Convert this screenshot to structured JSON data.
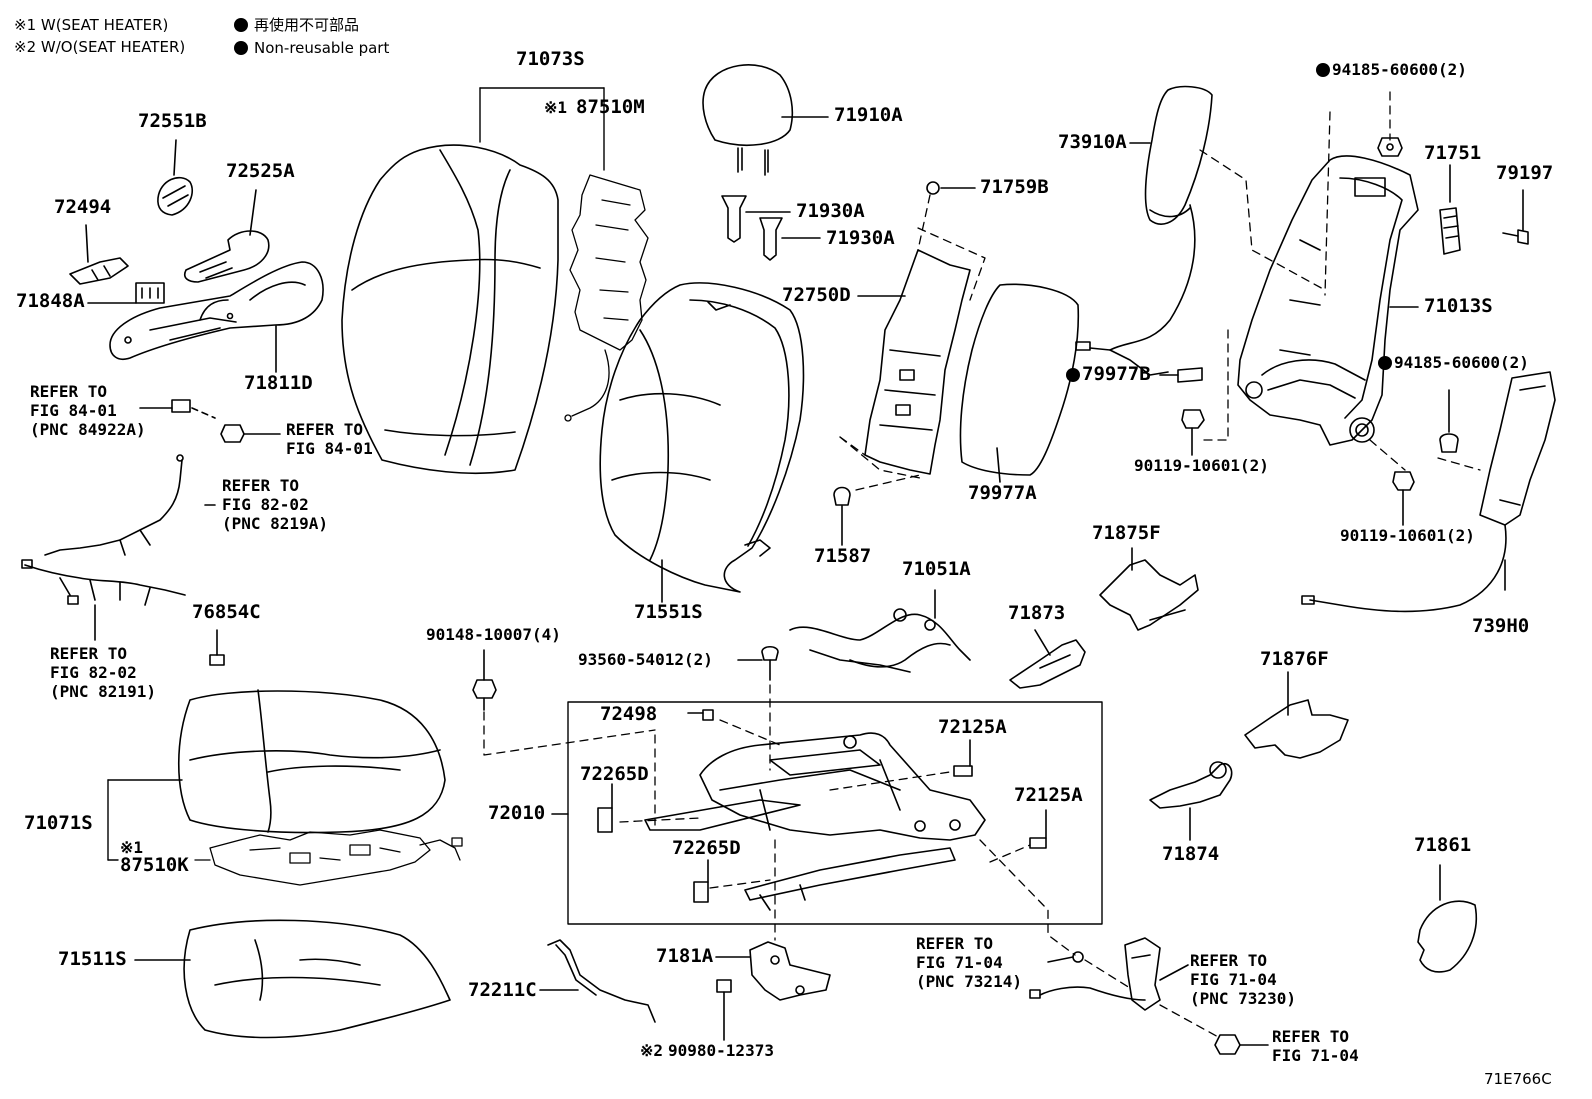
{
  "legend": {
    "note1": "※1 W(SEAT HEATER)",
    "note2": "※2 W/O(SEAT HEATER)",
    "reuse_jp": "再使用不可部品",
    "reuse_en": "Non-reusable part"
  },
  "figure_code": "71E766C",
  "parts": {
    "p71073S": "71073S",
    "p87510M": "87510M",
    "p71910A": "71910A",
    "p71930A_1": "71930A",
    "p71930A_2": "71930A",
    "p72551B": "72551B",
    "p72525A": "72525A",
    "p72494": "72494",
    "p71848A": "71848A",
    "p71811D": "71811D",
    "p71759B": "71759B",
    "p72750D": "72750D",
    "p73910A": "73910A",
    "p94185_top": "94185-60600(2)",
    "p71751": "71751",
    "p79197": "79197",
    "p71013S": "71013S",
    "p94185_mid": "94185-60600(2)",
    "p79977B": "79977B",
    "p90119_a": "90119-10601(2)",
    "p90119_b": "90119-10601(2)",
    "p79977A": "79977A",
    "p71587": "71587",
    "p71551S": "71551S",
    "p71051A": "71051A",
    "p71875F": "71875F",
    "p71873": "71873",
    "p739H0": "739H0",
    "p76854C": "76854C",
    "p90148": "90148-10007(4)",
    "p93560": "93560-54012(2)",
    "p71876F": "71876F",
    "p72498": "72498",
    "p72125A_1": "72125A",
    "p72265D_1": "72265D",
    "p72125A_2": "72125A",
    "p72010": "72010",
    "p71071S": "71071S",
    "p87510K": "87510K",
    "p72265D_2": "72265D",
    "p71874": "71874",
    "p71861": "71861",
    "p71511S": "71511S",
    "p7181A": "7181A",
    "p72211C": "72211C",
    "p90980": "90980-12373"
  },
  "marks": {
    "m1_87510M": "※1",
    "m1_87510K": "※1",
    "m2_90980": "※2"
  },
  "refs": {
    "r1": [
      "REFER TO",
      "FIG 84-01",
      "(PNC 84922A)"
    ],
    "r2": [
      "REFER TO",
      "FIG 84-01"
    ],
    "r3": [
      "REFER TO",
      "FIG 82-02",
      "(PNC 8219A)"
    ],
    "r4": [
      "REFER TO",
      "FIG 82-02",
      "(PNC 82191)"
    ],
    "r5": [
      "REFER TO",
      "FIG 71-04",
      "(PNC 73214)"
    ],
    "r6": [
      "REFER TO",
      "FIG 71-04",
      "(PNC 73230)"
    ],
    "r7": [
      "REFER TO",
      "FIG 71-04"
    ]
  }
}
